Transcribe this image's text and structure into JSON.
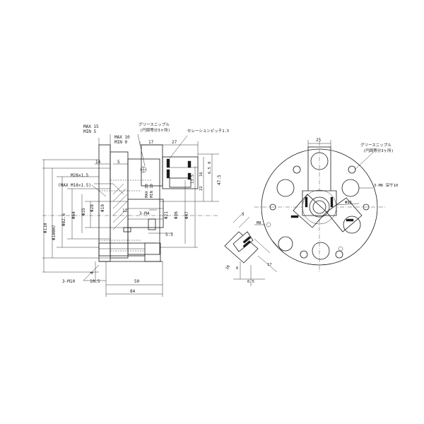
{
  "side_view": {
    "stroke_max": "MAX 15",
    "stroke_min": "MIN 5",
    "pos_max": "MAX 10",
    "pos_min": "MIN 0",
    "d17": "17",
    "d27": "27",
    "d14": "14",
    "d5": "5",
    "m28": "M28×1.5",
    "m18": "(MAX M18×1.5)",
    "dia19": "Φ19",
    "dia28": "Φ28",
    "dia35": "Φ35",
    "dia64": "Φ64",
    "dia82": "Φ82.6",
    "dia100": "Φ100H7",
    "dia110": "Φ110",
    "dia21": "Φ21",
    "dia36": "Φ36",
    "dia47": "Φ47",
    "d12": "12",
    "m4": "3-M4",
    "max20": "MAX 20",
    "min10": "MIN 10",
    "d13": "13.5",
    "d16": "16",
    "d22": "22",
    "d8": "8",
    "d6": "6.5",
    "d475": "47.5",
    "d55": "5.5",
    "d4": "4",
    "m10": "3-M10",
    "d105": "10.5",
    "d50": "50",
    "d84": "84",
    "grease": "グリースニップル",
    "grease_sub": "(円周等分3ヶ所)",
    "serration": "セレーションピッチ1.5"
  },
  "front_view": {
    "d25": "25",
    "grease": "グリースニップル",
    "grease_sub": "(円周等分3ヶ所)",
    "m6": "3-M6 深サ10",
    "dia95": "Φ95",
    "m8": "M8",
    "d3": "3",
    "d16": "16",
    "d6": "6",
    "d65": "6.5",
    "d17": "17"
  }
}
